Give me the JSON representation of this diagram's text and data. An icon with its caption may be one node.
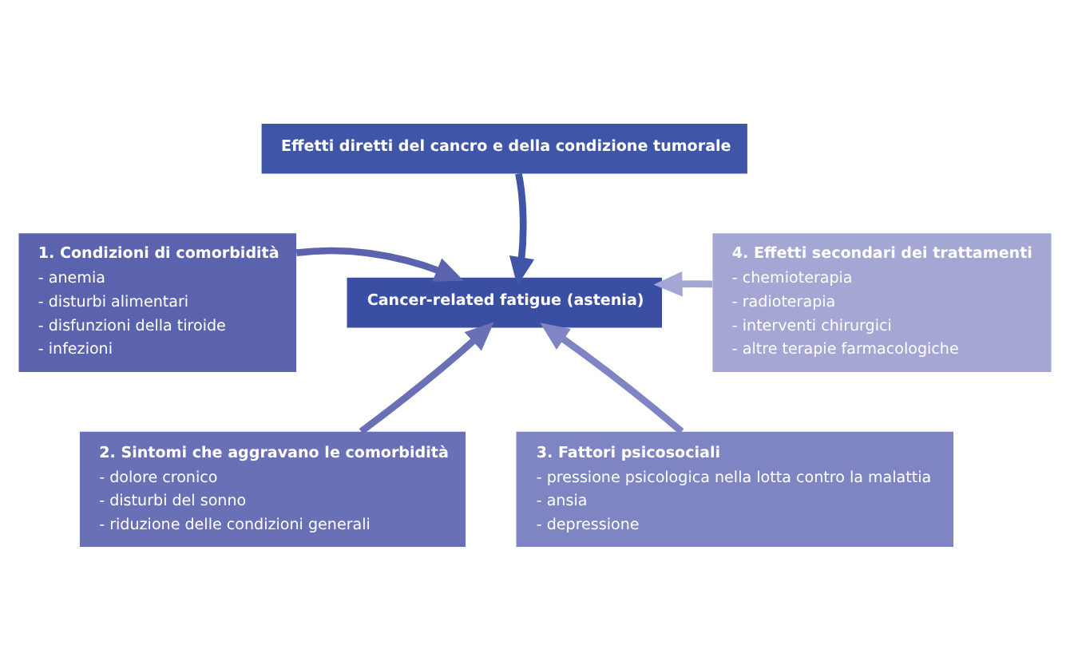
{
  "diagram": {
    "nodes": [
      {
        "text": [
          "Effetti diretti del cancro e della condizione tumorale"
        ]
      },
      {
        "text": [
          "1. Condizioni di comorbidità",
          "- anemia",
          "- disturbi alimentari",
          "- disfunzioni della tiroide",
          "- infezioni"
        ]
      },
      {
        "text": [
          "Cancer-related fatigue (astenia)"
        ]
      },
      {
        "text": [
          "4. Effetti secondari dei trattamenti",
          "- chemioterapia",
          "- radioterapia",
          "- interventi chirurgici",
          "- altre terapie farmacologiche"
        ]
      },
      {
        "text": [
          "2. Sintomi che aggravano le comorbidità",
          "- dolore cronico",
          "- disturbi del sonno",
          "- riduzione delle condizioni generali"
        ]
      },
      {
        "text": [
          "3. Fattori psicosociali",
          "- pressione psicologica nella lotta contro la malattia",
          "- ansia",
          "- depressione"
        ]
      }
    ],
    "edges": [
      {
        "from": 0,
        "to": 2,
        "arrow": "to",
        "color": "#3f55a8"
      },
      {
        "from": 1,
        "to": 2,
        "arrow": "to",
        "color": "#5b63ae"
      },
      {
        "from": 3,
        "to": 2,
        "arrow": "to",
        "color": "#a4a6d3"
      },
      {
        "from": 4,
        "to": 2,
        "arrow": "to",
        "color": "#6a70b6"
      },
      {
        "from": 5,
        "to": 2,
        "arrow": "to",
        "color": "#7f85c2"
      }
    ]
  }
}
